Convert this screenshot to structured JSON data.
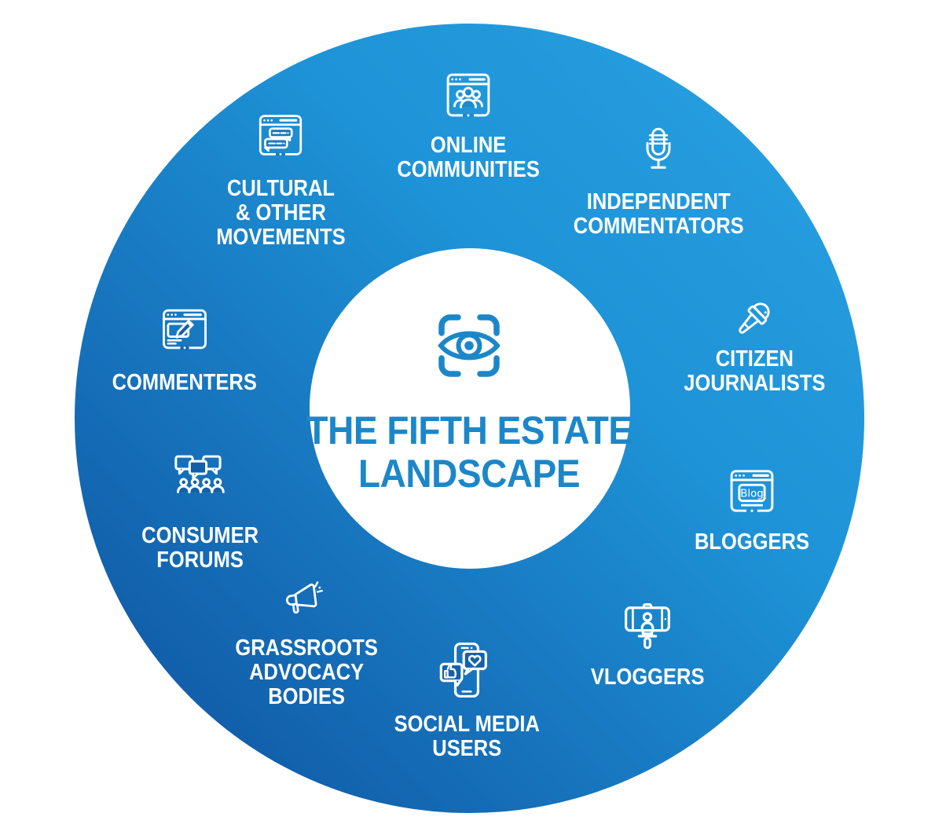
{
  "title": {
    "line1": "THE FIFTH ESTATE",
    "line2": "LANDSCAPE"
  },
  "center": {
    "icon": "eye-scan-icon"
  },
  "colors": {
    "accent_blue": "#1b87c9",
    "ring_gradient_light": "#2aa2e3",
    "ring_gradient_mid": "#1e93d7",
    "ring_gradient_dark": "#0e4f9d",
    "icon_stroke": "#ffffff",
    "label_text": "#ffffff",
    "inner_circle": "#ffffff"
  },
  "items": [
    {
      "id": "online-communities",
      "icon": "browser-community-icon",
      "lines": [
        "ONLINE",
        "COMMUNITIES"
      ]
    },
    {
      "id": "independent-commentators",
      "icon": "studio-microphone-icon",
      "lines": [
        "INDEPENDENT",
        "COMMENTATORS"
      ]
    },
    {
      "id": "citizen-journalists",
      "icon": "reporter-microphone-icon",
      "lines": [
        "CITIZEN",
        "JOURNALISTS"
      ]
    },
    {
      "id": "bloggers",
      "icon": "blog-browser-icon",
      "icon_text": "Blog",
      "lines": [
        "BLOGGERS"
      ]
    },
    {
      "id": "vloggers",
      "icon": "selfie-stick-phone-icon",
      "lines": [
        "VLOGGERS"
      ]
    },
    {
      "id": "social-media-users",
      "icon": "phone-reactions-icon",
      "lines": [
        "SOCIAL MEDIA",
        "USERS"
      ]
    },
    {
      "id": "grassroots-advocacy-bodies",
      "icon": "megaphone-icon",
      "lines": [
        "GRASSROOTS",
        "ADVOCACY",
        "BODIES"
      ]
    },
    {
      "id": "consumer-forums",
      "icon": "forum-crowd-icon",
      "lines": [
        "CONSUMER",
        "FORUMS"
      ]
    },
    {
      "id": "commenters",
      "icon": "comment-editor-icon",
      "lines": [
        "COMMENTERS"
      ]
    },
    {
      "id": "cultural-other-movements",
      "icon": "chat-window-icon",
      "lines": [
        "CULTURAL",
        "& OTHER",
        "MOVEMENTS"
      ]
    }
  ]
}
